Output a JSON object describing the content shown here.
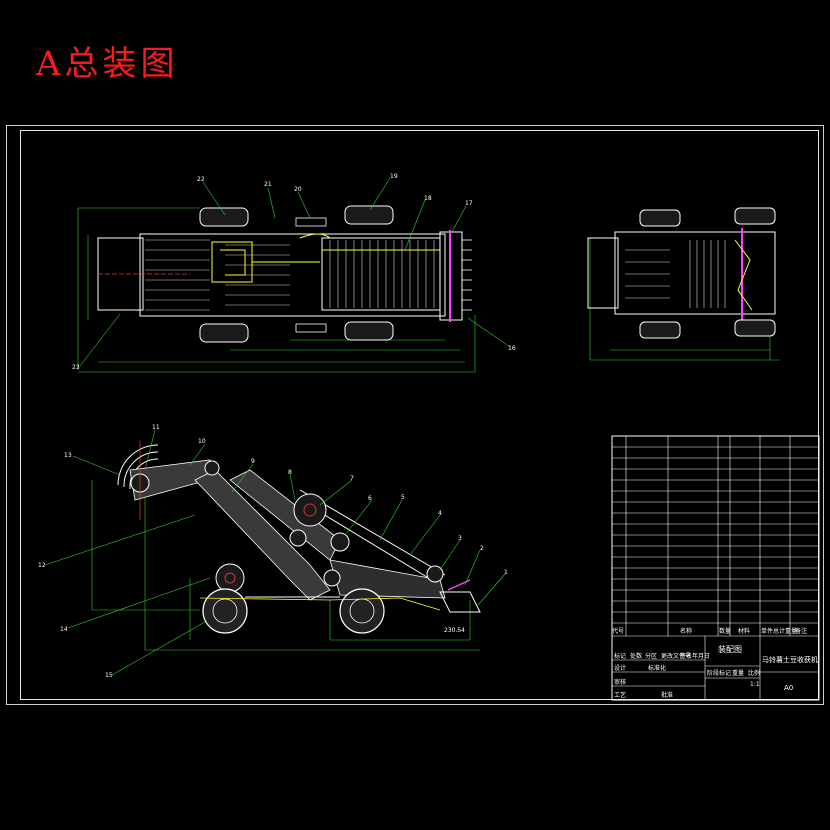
{
  "heading": "A总装图",
  "callouts": {
    "n1": "1",
    "n2": "2",
    "n3": "3",
    "n4": "4",
    "n5": "5",
    "n6": "6",
    "n7": "7",
    "n8": "8",
    "n9": "9",
    "n10": "10",
    "n11": "11",
    "n12": "12",
    "n13": "13",
    "n14": "14",
    "n15": "15",
    "n16": "16",
    "n17": "17",
    "n18": "18",
    "n19": "19",
    "n20": "20",
    "n21": "21",
    "n22": "22",
    "n23": "23"
  },
  "dimension_value": "230.54",
  "title_block": {
    "drawing_type": "装配图",
    "machine_name": "马铃薯土豆收获机",
    "scale": "A0",
    "ratio": "1:1",
    "headers": [
      "代号",
      "名称",
      "数量",
      "材料",
      "单件总计重量",
      "备注"
    ],
    "rev_row": [
      "标记",
      "处数",
      "分区",
      "更改文件号",
      "签名",
      "年月日"
    ],
    "sign_rows": [
      "设计",
      "审核",
      "工艺",
      "批准"
    ],
    "standard_label": "标准化",
    "stage_labels": [
      "阶段标记",
      "重量",
      "比例"
    ]
  }
}
